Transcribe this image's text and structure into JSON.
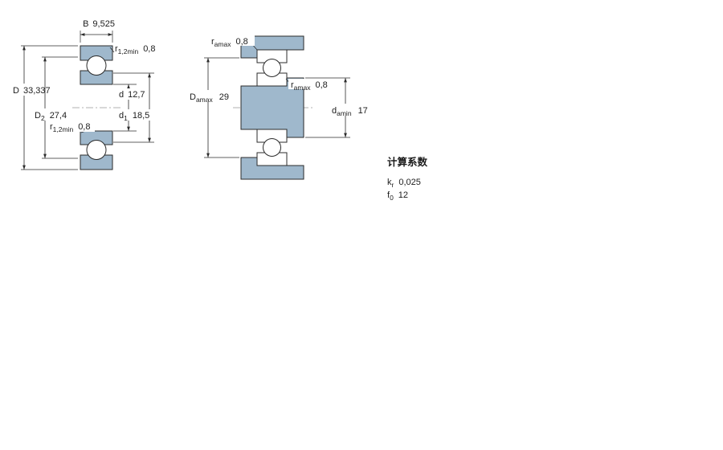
{
  "colors": {
    "steel_blue": "#9FB8CC",
    "line": "#2b2b2b",
    "background": "#ffffff"
  },
  "left_figure": {
    "name": "bearing cross-section",
    "dimensions": {
      "B": {
        "symbol": "B",
        "value": "9,525"
      },
      "r12_top": {
        "symbol": "r",
        "subscript": "1,2min",
        "value": "0,8"
      },
      "D": {
        "symbol": "D",
        "value": "33,337"
      },
      "d": {
        "symbol": "d",
        "value": "12,7"
      },
      "D2": {
        "symbol": "D",
        "subscript": "2",
        "value": "27,4"
      },
      "d1": {
        "symbol": "d",
        "subscript": "1",
        "value": "18,5"
      },
      "r12_bottom": {
        "symbol": "r",
        "subscript": "1,2min",
        "value": "0,8"
      }
    }
  },
  "right_figure": {
    "name": "abutment and fillet dimensions",
    "dimensions": {
      "ra_top": {
        "symbol": "r",
        "subscript": "amax",
        "value": "0,8"
      },
      "Da": {
        "symbol": "D",
        "subscript": "amax",
        "value": "29"
      },
      "ra_mid": {
        "symbol": "r",
        "subscript": "amax",
        "value": "0,8"
      },
      "da": {
        "symbol": "d",
        "subscript": "amin",
        "value": "17"
      }
    }
  },
  "calculation_factors": {
    "title": "计算系数",
    "kr": {
      "symbol": "k",
      "subscript": "r",
      "value": "0,025"
    },
    "f0": {
      "symbol": "f",
      "subscript": "0",
      "value": "12"
    }
  }
}
